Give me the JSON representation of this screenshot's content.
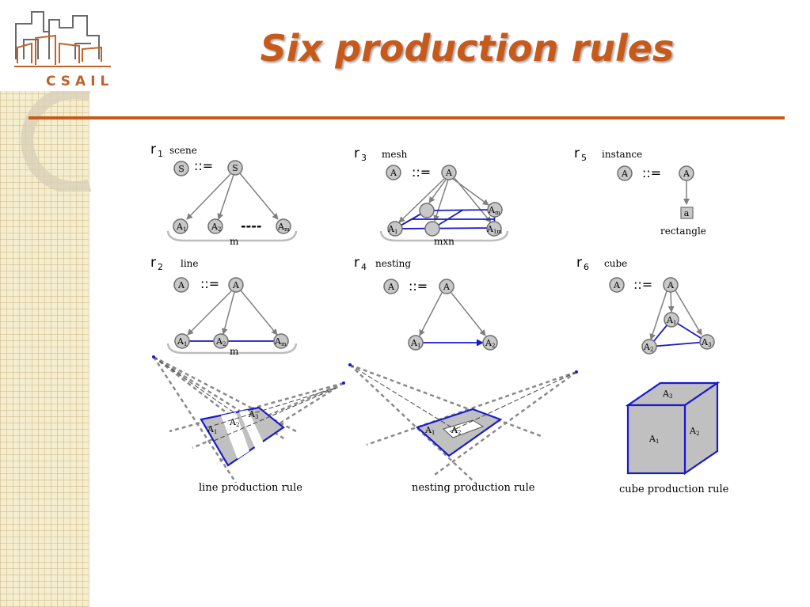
{
  "title": "Six production rules",
  "logo": {
    "text": "CSAIL"
  },
  "operator": "::=",
  "rules": [
    {
      "id": "r1",
      "letter": "r",
      "sub": "1",
      "name": "scene",
      "parent": "S",
      "root": "S",
      "children": [
        {
          "base": "A",
          "sub": "1"
        },
        {
          "base": "A",
          "sub": "2"
        },
        {
          "base": "A",
          "sub": "m"
        }
      ],
      "ellipsis": "----",
      "count": "m"
    },
    {
      "id": "r2",
      "letter": "r",
      "sub": "2",
      "name": "line",
      "parent": "A",
      "root": "A",
      "children": [
        {
          "base": "A",
          "sub": "1"
        },
        {
          "base": "A",
          "sub": "2"
        },
        {
          "base": "A",
          "sub": "m"
        }
      ],
      "count": "m"
    },
    {
      "id": "r3",
      "letter": "r",
      "sub": "3",
      "name": "mesh",
      "parent": "A",
      "root": "A",
      "children": [
        {
          "base": "A",
          "sub": "1"
        },
        {
          "base": "A",
          "sub": "m"
        },
        {
          "base": "A",
          "sub": "1m"
        }
      ],
      "count": "mxn"
    },
    {
      "id": "r4",
      "letter": "r",
      "sub": "4",
      "name": "nesting",
      "parent": "A",
      "root": "A",
      "children": [
        {
          "base": "A",
          "sub": "1"
        },
        {
          "base": "A",
          "sub": "2"
        }
      ]
    },
    {
      "id": "r5",
      "letter": "r",
      "sub": "5",
      "name": "instance",
      "parent": "A",
      "root": "A",
      "terminal": "a",
      "terminal_name": "rectangle"
    },
    {
      "id": "r6",
      "letter": "r",
      "sub": "6",
      "name": "cube",
      "parent": "A",
      "root": "A",
      "children": [
        {
          "base": "A",
          "sub": "1"
        },
        {
          "base": "A",
          "sub": "2"
        },
        {
          "base": "A",
          "sub": "3"
        }
      ]
    }
  ],
  "illustrations": {
    "line": {
      "caption": "line production rule",
      "regions": [
        {
          "base": "A",
          "sub": "1"
        },
        {
          "base": "A",
          "sub": "2"
        },
        {
          "base": "A",
          "sub": "3"
        }
      ]
    },
    "nesting": {
      "caption": "nesting production rule",
      "regions": [
        {
          "base": "A",
          "sub": "1"
        },
        {
          "base": "A",
          "sub": "2"
        }
      ]
    },
    "cube": {
      "caption": "cube production rule",
      "regions": [
        {
          "base": "A",
          "sub": "1"
        },
        {
          "base": "A",
          "sub": "2"
        },
        {
          "base": "A",
          "sub": "3"
        }
      ]
    }
  },
  "colors": {
    "title": "#c75a1b",
    "accent_line": "#c75a1b",
    "node_fill": "#c8c8c8",
    "edge": "#808080",
    "blue": "#1a1acc",
    "region_fill": "#c0c0c0"
  }
}
